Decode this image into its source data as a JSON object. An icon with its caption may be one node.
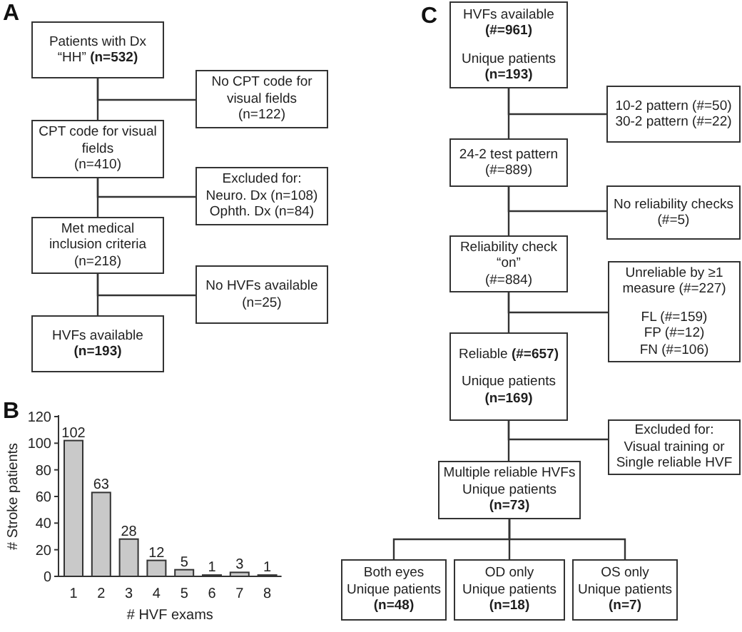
{
  "diagram": {
    "nodes": [
      {
        "text": [
          "Patients with Dx “HH” **(n=532)**"
        ]
      },
      {
        "text": [
          "No CPT code for visual fields",
          "(n=122)"
        ]
      },
      {
        "text": [
          "CPT code for visual fields",
          "(n=410)"
        ]
      },
      {
        "text": [
          "Excluded for:",
          "Neuro. Dx (n=108)",
          "Ophth. Dx (n=84)"
        ]
      },
      {
        "text": [
          "Met medical inclusion criteria",
          "(n=218)"
        ]
      },
      {
        "text": [
          "No HVFs available",
          "(n=25)"
        ]
      },
      {
        "text": [
          "HVFs available",
          "(n=193)"
        ]
      },
      {
        "text": [
          "HVFs available",
          "(#=961)",
          "Unique patients",
          "(n=193)"
        ]
      },
      {
        "text": [
          "10-2 pattern (#=50)",
          "30-2 pattern (#=22)"
        ]
      },
      {
        "text": [
          "24-2 test pattern",
          "(#=889)"
        ]
      },
      {
        "text": [
          "No reliability checks",
          "(#=5)"
        ]
      },
      {
        "text": [
          "Reliability check “on”",
          "(#=884)"
        ]
      },
      {
        "text": [
          "Unreliable by ≥1 measure (#=227)",
          "FL (#=159)",
          "FP (#=12)",
          "FN (#=106)"
        ]
      },
      {
        "text": [
          "Reliable **(#=657)**",
          "Unique patients",
          "(n=169)"
        ]
      },
      {
        "text": [
          "Excluded for:",
          "Visual training or Single reliable HVF"
        ]
      },
      {
        "text": [
          "Multiple reliable HVFs",
          "Unique patients",
          "(n=73)"
        ]
      },
      {
        "text": [
          "Both eyes",
          "Unique patients",
          "(n=48)"
        ]
      },
      {
        "text": [
          "OD only",
          "Unique patients",
          "(n=18)"
        ]
      },
      {
        "text": [
          "OS only",
          "Unique patients",
          "(n=7)"
        ]
      }
    ],
    "edges": [
      {
        "from": 0,
        "to": 2,
        "arrow": "none"
      },
      {
        "from": 0,
        "to": 1,
        "arrow": "none"
      },
      {
        "from": 2,
        "to": 4,
        "arrow": "none"
      },
      {
        "from": 2,
        "to": 3,
        "arrow": "none"
      },
      {
        "from": 4,
        "to": 6,
        "arrow": "none"
      },
      {
        "from": 4,
        "to": 5,
        "arrow": "none"
      },
      {
        "from": 7,
        "to": 9,
        "arrow": "none"
      },
      {
        "from": 7,
        "to": 8,
        "arrow": "none"
      },
      {
        "from": 9,
        "to": 11,
        "arrow": "none"
      },
      {
        "from": 9,
        "to": 10,
        "arrow": "none"
      },
      {
        "from": 11,
        "to": 13,
        "arrow": "none"
      },
      {
        "from": 11,
        "to": 12,
        "arrow": "none"
      },
      {
        "from": 13,
        "to": 15,
        "arrow": "none"
      },
      {
        "from": 13,
        "to": 14,
        "arrow": "none"
      },
      {
        "from": 15,
        "to": 16,
        "arrow": "none"
      },
      {
        "from": 15,
        "to": 17,
        "arrow": "none"
      },
      {
        "from": 15,
        "to": 18,
        "arrow": "none"
      }
    ],
    "labels": [
      "A",
      "B",
      "C"
    ],
    "chart_data": {
      "type": "bar",
      "xlabel": "# HVF exams",
      "ylabel": "# Stroke patients",
      "categories": [
        "1",
        "2",
        "3",
        "4",
        "5",
        "6",
        "7",
        "8"
      ],
      "values": [
        102,
        63,
        28,
        12,
        5,
        1,
        3,
        1
      ],
      "ylim": [
        0,
        120
      ],
      "yticks": [
        0,
        20,
        40,
        60,
        80,
        100,
        120
      ],
      "data_labels": true
    }
  }
}
